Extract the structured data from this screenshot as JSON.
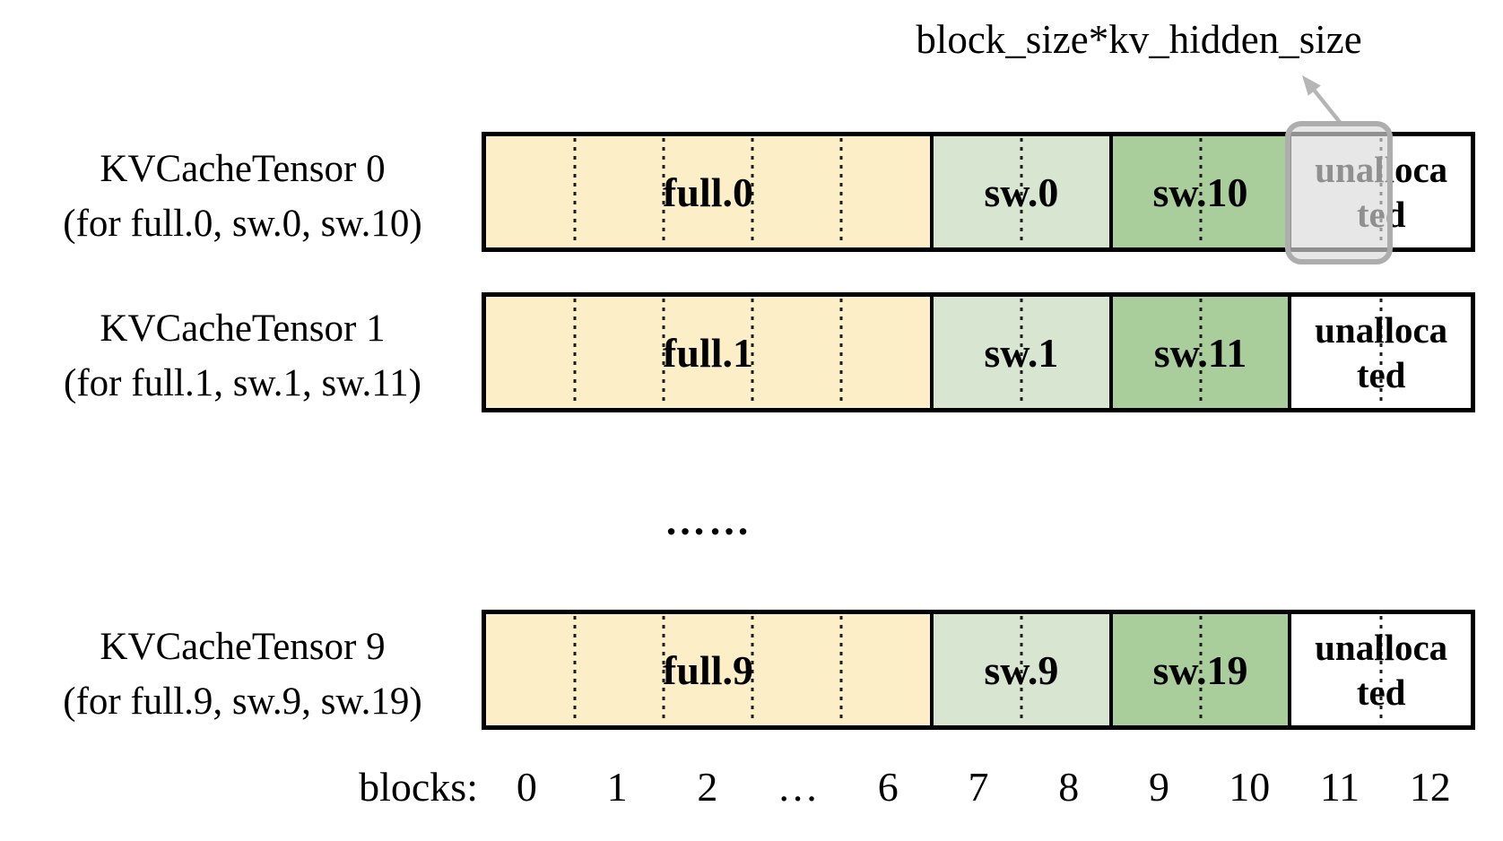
{
  "annotation": {
    "label": "block_size*kv_hidden_size"
  },
  "tensors": [
    {
      "title": "KVCacheTensor 0",
      "subtitle": "(for full.0, sw.0, sw.10)",
      "full_label": "full.0",
      "sw_label": "sw.0",
      "sw2_label": "sw.10",
      "unallocated_label": "unalloca\nted",
      "highlighted": true
    },
    {
      "title": "KVCacheTensor 1",
      "subtitle": "(for full.1, sw.1, sw.11)",
      "full_label": "full.1",
      "sw_label": "sw.1",
      "sw2_label": "sw.11",
      "unallocated_label": "unalloca\nted",
      "highlighted": false
    },
    {
      "title": "KVCacheTensor 9",
      "subtitle": "(for full.9, sw.9, sw.19)",
      "full_label": "full.9",
      "sw_label": "sw.9",
      "sw2_label": "sw.19",
      "unallocated_label": "unalloca\nted",
      "highlighted": false
    }
  ],
  "rows_ellipsis": "……",
  "axis": {
    "label": "blocks:",
    "ticks": [
      "0",
      "1",
      "2",
      "…",
      "6",
      "7",
      "8",
      "9",
      "10",
      "11",
      "12"
    ]
  },
  "colors": {
    "full_segment": "#FCEFC7",
    "sw_segment": "#D8E6D1",
    "sw2_segment": "#A9CE9C",
    "unallocated_segment": "#FFFFFF",
    "segment_border": "#000000",
    "highlight_border": "#ADADAD",
    "highlight_fill": "rgba(219,219,219,0.66)",
    "arrow": "#B5B5B5"
  }
}
